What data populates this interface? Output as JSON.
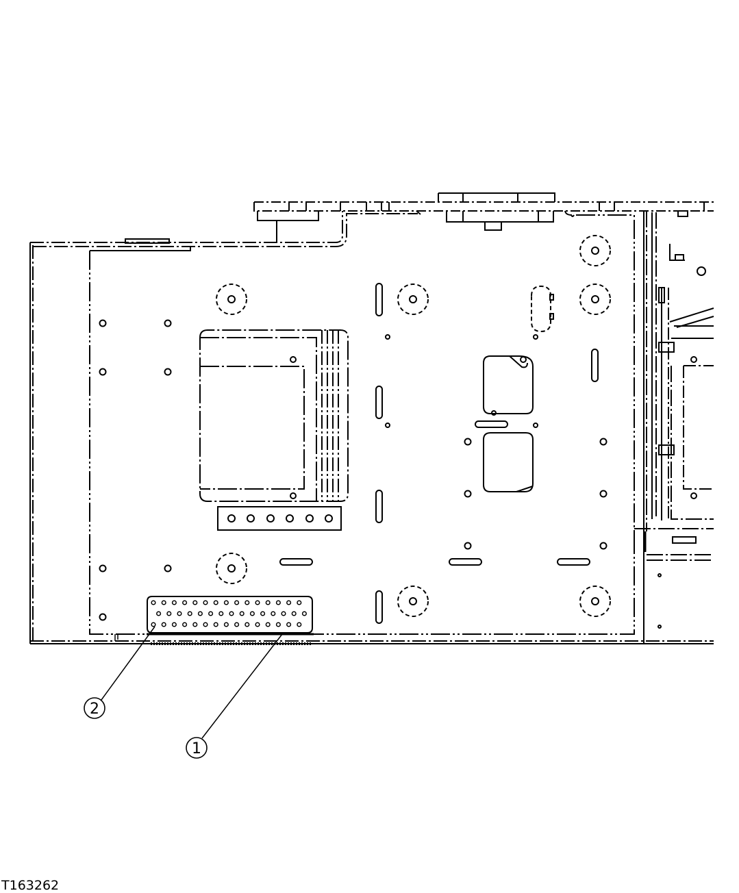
{
  "figure": {
    "id": "T163262"
  },
  "callouts": [
    {
      "number": "1"
    },
    {
      "number": "2"
    }
  ],
  "colors": {
    "line": "#000000",
    "background": "#ffffff"
  }
}
